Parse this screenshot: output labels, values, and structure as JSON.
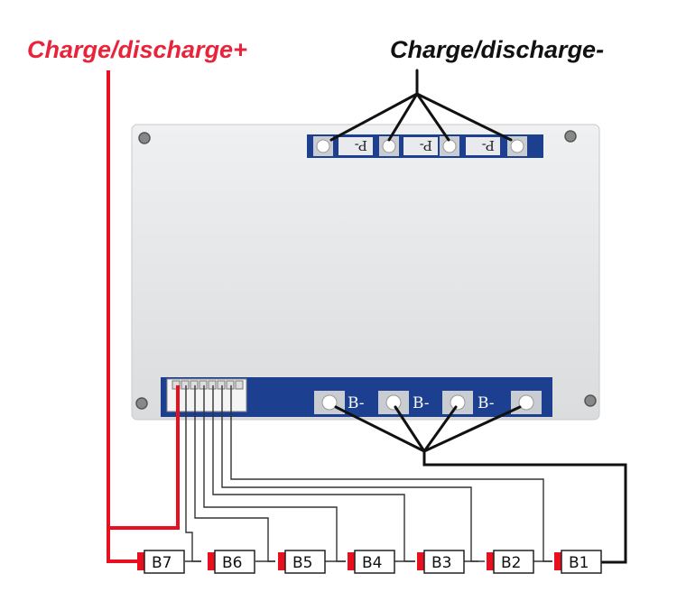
{
  "labels": {
    "charge_plus": "Charge/discharge+",
    "charge_minus": "Charge/discharge-"
  },
  "board": {
    "p_pads": [
      "P-",
      "P-",
      "P-"
    ],
    "b_pads": [
      "B-",
      "B-",
      "B-"
    ]
  },
  "cells": [
    "B7",
    "B6",
    "B5",
    "B4",
    "B3",
    "B2",
    "B1"
  ],
  "colors": {
    "positive_wire": "#e8101e",
    "negative_wire": "#111111",
    "balance_wire": "#333333",
    "board": "#e6e8ea",
    "pad_strip": "#1c3f8f"
  }
}
